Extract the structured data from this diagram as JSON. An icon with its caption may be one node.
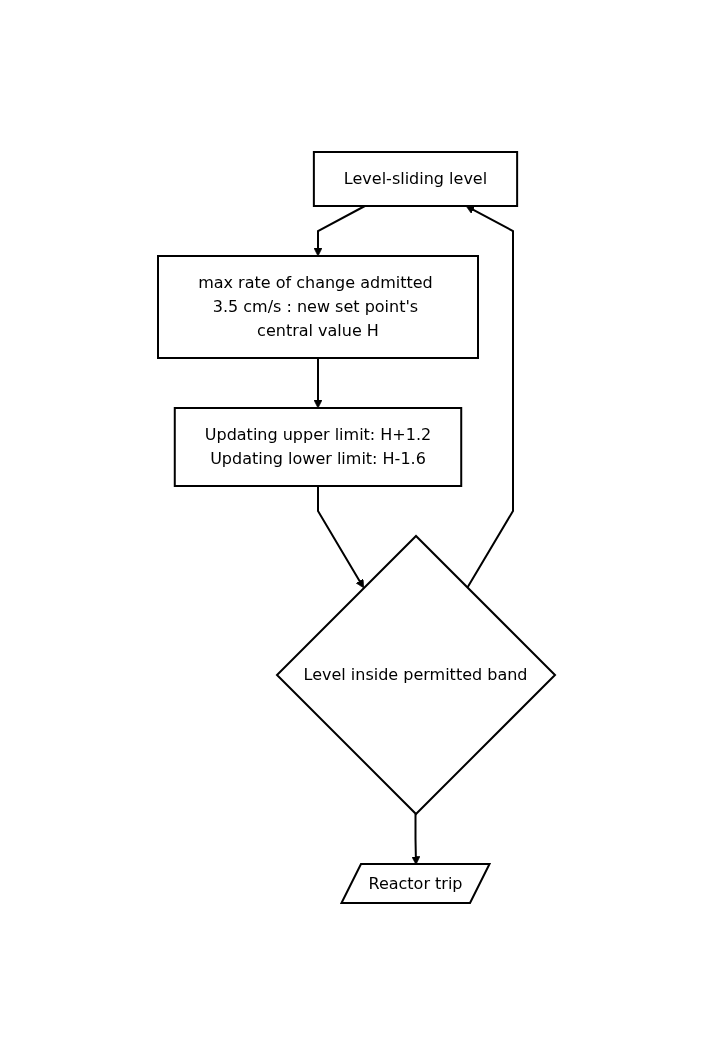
{
  "diagram": {
    "nodes": [
      {
        "text": [
          "Level-sliding level"
        ]
      },
      {
        "text": [
          "max rate of change admitted 3.5 cm/s : new set point's central value H"
        ]
      },
      {
        "text": [
          "Updating upper limit: H+1.2",
          "Updating lower limit: H-1.6"
        ]
      },
      {
        "text": [
          "Level inside permitted band"
        ]
      },
      {
        "text": [
          "Reactor trip"
        ]
      }
    ],
    "edges": [
      {
        "from": 0,
        "to": 1,
        "arrow": "to"
      },
      {
        "from": 1,
        "to": 2,
        "arrow": "to"
      },
      {
        "from": 2,
        "to": 3,
        "arrow": "to"
      },
      {
        "from": 3,
        "to": 4,
        "arrow": "to"
      },
      {
        "from": 3,
        "to": 0,
        "arrow": "to"
      }
    ]
  }
}
